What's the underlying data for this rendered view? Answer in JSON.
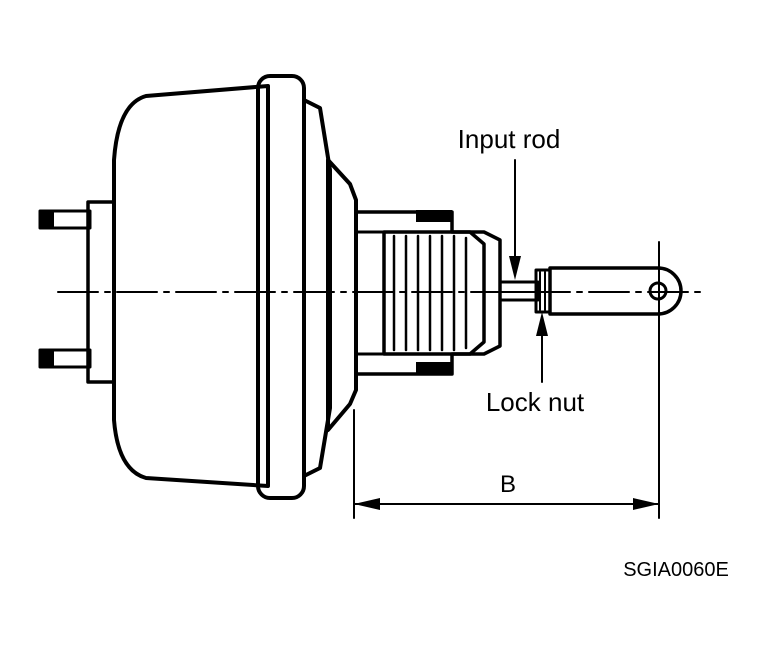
{
  "labels": {
    "input_rod": "Input rod",
    "lock_nut": "Lock nut",
    "dimension": "B",
    "figure_code": "SGIA0060E"
  },
  "colors": {
    "ink": "#000000",
    "paper": "#ffffff"
  }
}
